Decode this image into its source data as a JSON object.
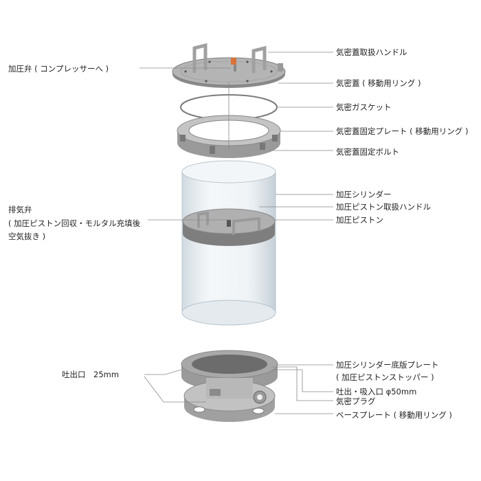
{
  "labels": {
    "airtight_lid_handle": "気密蓋取扱ハンドル",
    "airtight_lid": "気密蓋 ( 移動用リング )",
    "airtight_gasket": "気密ガスケット",
    "lid_fixing_plate": "気密蓋固定プレート ( 移動用リング )",
    "lid_fixing_bolt": "気密蓋固定ボルト",
    "pressure_cylinder": "加圧シリンダー",
    "piston_handle": "加圧ピストン取扱ハンドル",
    "pressure_piston": "加圧ピストン",
    "cylinder_bottom_plate_1": "加圧シリンダー底版プレート",
    "cylinder_bottom_plate_2": "( 加圧ピストンストッパー )",
    "discharge_suction_port": "吐出・吸入口 φ50mm",
    "airtight_plug": "気密プラグ",
    "base_plate": "ベースプレート ( 移動用リング )",
    "pressure_valve": "加圧弁 ( コンプレッサーへ )",
    "exhaust_valve_1": "排気弁",
    "exhaust_valve_2": "( 加圧ピストン回収・モルタル充填後",
    "exhaust_valve_3": "空気抜き )",
    "discharge_port": "吐出口　25mm"
  }
}
